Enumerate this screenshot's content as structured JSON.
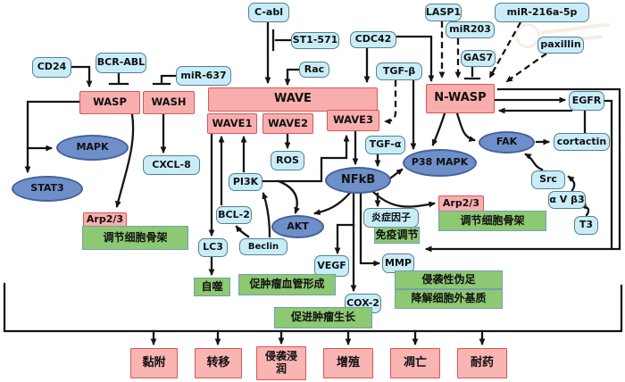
{
  "nodes": {
    "cd24": "CD24",
    "bcr_abl": "BCR-ABL",
    "mir637": "miR-637",
    "c_abl": "C-abl",
    "st1_571": "ST1-571",
    "cdc42": "CDC42",
    "rac": "Rac",
    "tgf_b": "TGF-β",
    "lasp1": "LASP1",
    "mir203": "miR203",
    "mir216a5p": "miR-216a-5p",
    "gas7": "GAS7",
    "paxillin": "paxillin",
    "wasp": "WASP",
    "wash": "WASH",
    "wave": "WAVE",
    "wave1": "WAVE1",
    "wave2": "WAVE2",
    "wave3": "WAVE3",
    "n_wasp": "N-WASP",
    "egfr": "EGFR",
    "cortactin": "cortactin",
    "fak": "FAK",
    "src": "Src",
    "avb3": "α V β3",
    "t3": "T3",
    "tgf_a": "TGF-α",
    "p38_mapk": "P38 MAPK",
    "mapk": "MAPK",
    "stat3": "STAT3",
    "cxcl8": "CXCL-8",
    "ros": "ROS",
    "pi3k": "PI3K",
    "bcl2": "BCL-2",
    "beclin": "Beclin",
    "lc3": "LC3",
    "akt": "AKT",
    "nfkb": "NFkB",
    "arp23": "Arp2/3",
    "cytoskeleton": "调节细胞骨架",
    "inflammatory": "炎症因子",
    "immune": "免疫调节",
    "mmp": "MMP",
    "vegf": "VEGF",
    "cox2": "COX-2",
    "autophagy": "自噬",
    "angiogenesis": "促肿瘤血管形成",
    "tumor_growth": "促进肿瘤生长",
    "pseudopodia": "侵袭性伪足",
    "degrade_ecm": "降解细胞外基质"
  },
  "outcomes": [
    {
      "label": "黏附"
    },
    {
      "label": "转移"
    },
    {
      "label": "侵袭浸润"
    },
    {
      "label": "增殖"
    },
    {
      "label": "凋亡"
    },
    {
      "label": "耐药"
    }
  ],
  "colors": {
    "pill-fill": "#c9edf8",
    "pill-border": "#55808f",
    "pink-fill": "#f9aeae",
    "pink-border": "#dd5454",
    "green-fill": "#8dc873",
    "green-border": "#74a0ad",
    "ellipse-fill": "#6f8fc9",
    "ellipse-border": "#44639e",
    "outcome-fill": "#f9b4b4",
    "arrow": "#141414"
  }
}
